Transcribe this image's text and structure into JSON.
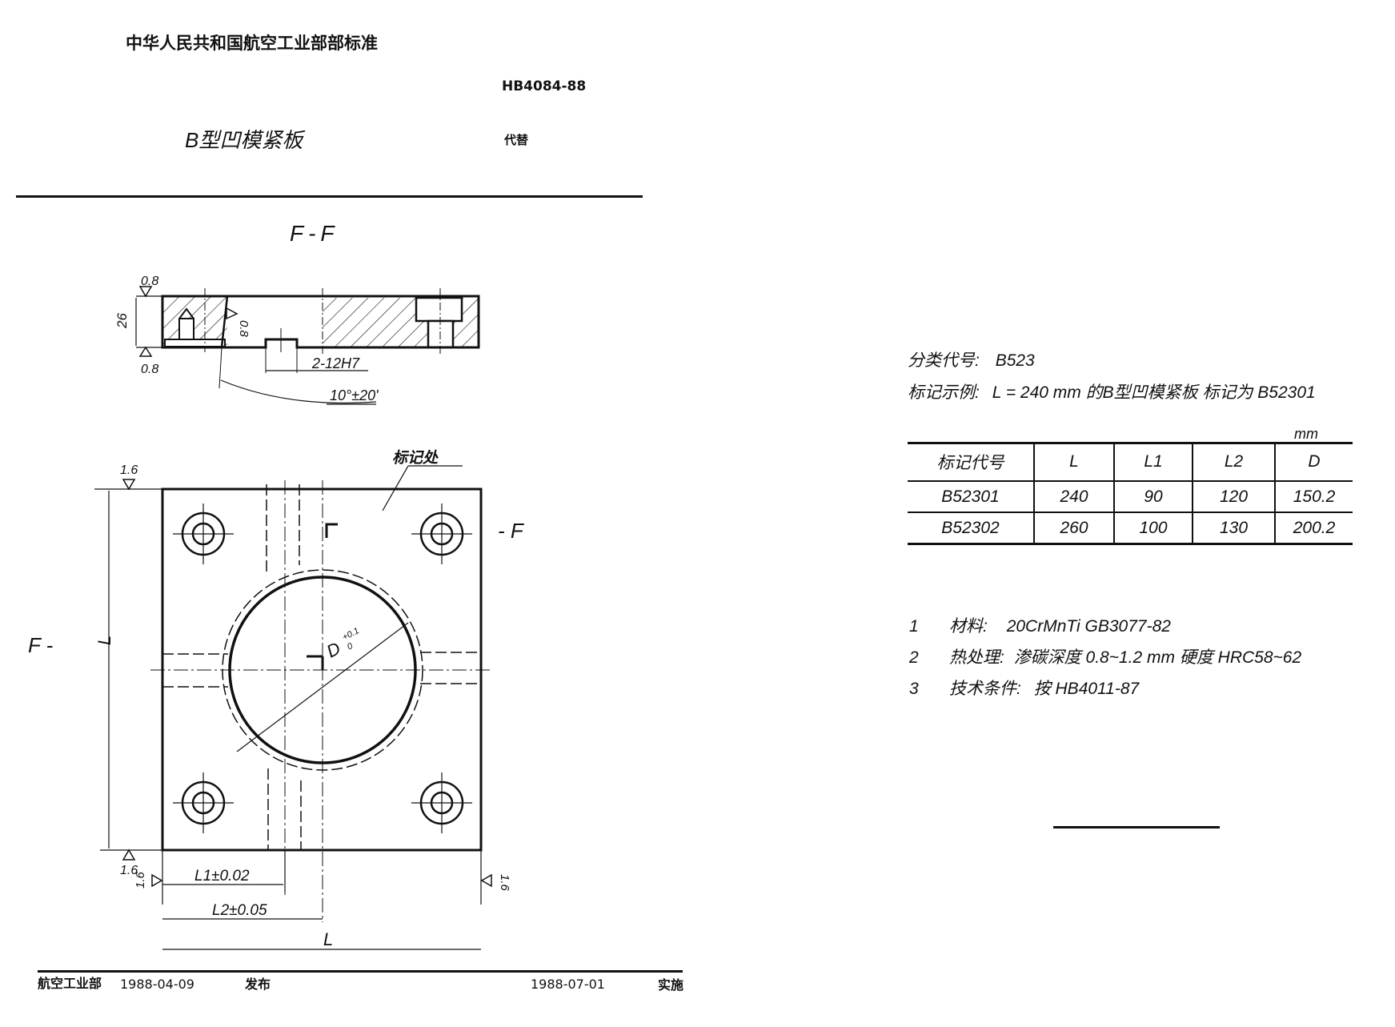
{
  "header": {
    "org_title": "中华人民共和国航空工业部部标准",
    "standard_no": "HB4084-88",
    "doc_title": "B型凹模紧板",
    "replaces_label": "代替"
  },
  "drawing": {
    "section_title": "F-F",
    "section_view": {
      "roughness_top": "0.8",
      "roughness_bottom": "0.8",
      "roughness_side": "0.8",
      "thickness": "26",
      "hole_spec": "2-12H7",
      "angle": "10°±20'"
    },
    "plan_view": {
      "marking_location": "标记处",
      "roughness_top": "1.6",
      "roughness_bottom": "1.6",
      "roughness_left": "1.6",
      "roughness_right": "1.6",
      "section_mark_left": "F -",
      "section_mark_right": "- F",
      "height_dim": "L",
      "bore_dim": "D",
      "bore_tol_upper": "+0.1",
      "bore_tol_lower": "0",
      "l1_dim": "L1±0.02",
      "l2_dim": "L2±0.05",
      "l_dim": "L"
    }
  },
  "classification": {
    "label": "分类代号:",
    "value": "B523"
  },
  "marking_example": {
    "label": "标记示例:",
    "text": "L = 240 mm 的B型凹模紧板  标记为 B52301"
  },
  "table": {
    "unit": "mm",
    "headers": [
      "标记代号",
      "L",
      "L1",
      "L2",
      "D"
    ],
    "rows": [
      [
        "B52301",
        "240",
        "90",
        "120",
        "150.2"
      ],
      [
        "B52302",
        "260",
        "100",
        "130",
        "200.2"
      ]
    ]
  },
  "notes": [
    {
      "num": "1",
      "label": "材料:",
      "text": "20CrMnTi   GB3077-82"
    },
    {
      "num": "2",
      "label": "热处理:",
      "text": "渗碳深度 0.8~1.2 mm  硬度 HRC58~62"
    },
    {
      "num": "3",
      "label": "技术条件:",
      "text": "按 HB4011-87"
    }
  ],
  "footer": {
    "issuer": "航空工业部",
    "issue_date": "1988-04-09",
    "issue_label": "发布",
    "effective_date": "1988-07-01",
    "effective_label": "实施"
  }
}
